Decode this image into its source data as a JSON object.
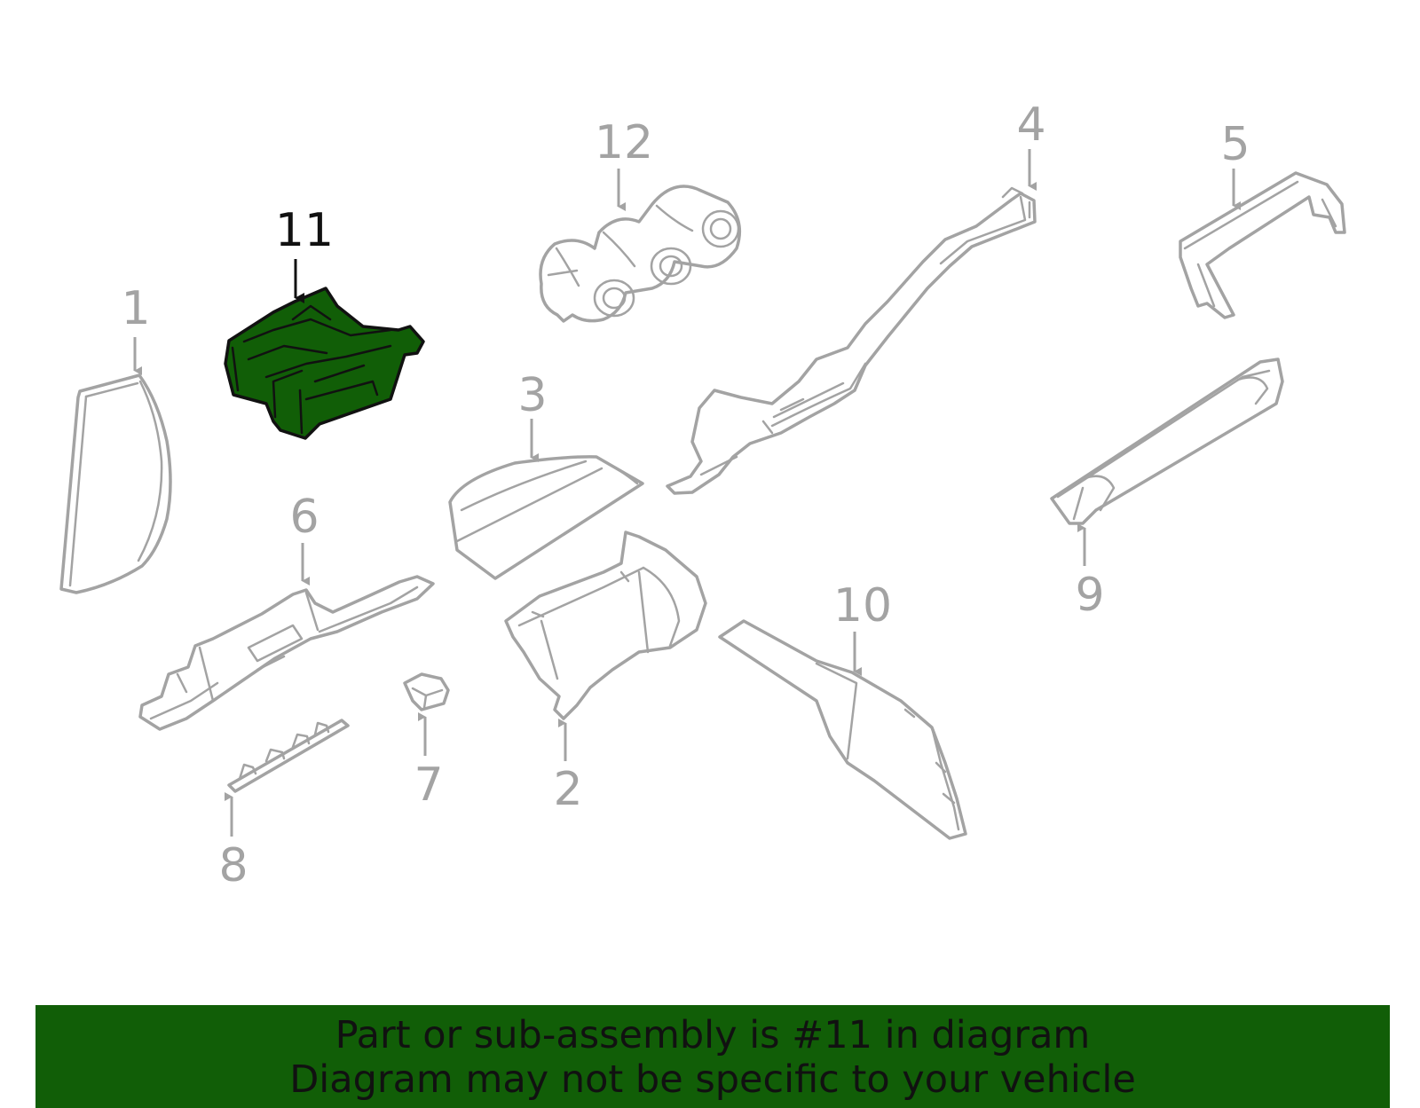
{
  "diagram": {
    "highlight_color": "#115e07",
    "muted_color": "#a3a3a3",
    "highlight_label_color": "#111111",
    "highlighted_part": "11",
    "callouts": [
      {
        "id": "1",
        "label": "1"
      },
      {
        "id": "2",
        "label": "2"
      },
      {
        "id": "3",
        "label": "3"
      },
      {
        "id": "4",
        "label": "4"
      },
      {
        "id": "5",
        "label": "5"
      },
      {
        "id": "6",
        "label": "6"
      },
      {
        "id": "7",
        "label": "7"
      },
      {
        "id": "8",
        "label": "8"
      },
      {
        "id": "9",
        "label": "9"
      },
      {
        "id": "10",
        "label": "10"
      },
      {
        "id": "11",
        "label": "11"
      },
      {
        "id": "12",
        "label": "12"
      }
    ]
  },
  "banner": {
    "background": "#115e07",
    "line1": "Part or sub-assembly is #11 in diagram",
    "line2": "Diagram may not be specific to your vehicle"
  }
}
